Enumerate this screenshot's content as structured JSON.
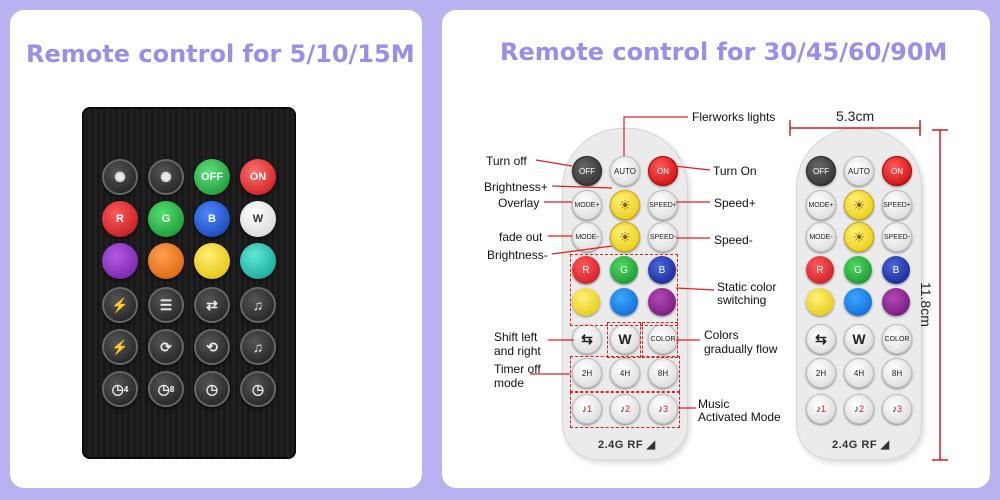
{
  "left": {
    "title": "Remote control for 5/10/15M",
    "buttons": [
      {
        "label": "",
        "icon": "mode-icon",
        "color": "#2a2a2a"
      },
      {
        "label": "",
        "icon": "mode-icon",
        "color": "#2a2a2a"
      },
      {
        "label": "OFF",
        "color": "#22b14c"
      },
      {
        "label": "ON",
        "color": "#ee2b2b"
      },
      {
        "label": "R",
        "color": "#e8202a"
      },
      {
        "label": "G",
        "color": "#1fa83a"
      },
      {
        "label": "B",
        "color": "#1850c8"
      },
      {
        "label": "W",
        "color": "#f0f0f0"
      },
      {
        "label": "",
        "color": "#8a2ab8"
      },
      {
        "label": "",
        "color": "#f07a1a"
      },
      {
        "label": "",
        "color": "#f5d51a"
      },
      {
        "label": "",
        "color": "#1ab8a8"
      },
      {
        "label": "",
        "icon": "flash-icon"
      },
      {
        "label": "",
        "icon": "fade-icon"
      },
      {
        "label": "",
        "icon": "shift-icon"
      },
      {
        "label": "",
        "icon": "music-icon"
      },
      {
        "label": "",
        "icon": "flash-icon"
      },
      {
        "label": "",
        "icon": "refresh-icon"
      },
      {
        "label": "",
        "icon": "refresh-icon"
      },
      {
        "label": "",
        "icon": "music-icon"
      },
      {
        "label": "4",
        "icon": "timer-icon"
      },
      {
        "label": "8",
        "icon": "timer-icon"
      },
      {
        "label": "",
        "icon": "timer-icon"
      },
      {
        "label": "",
        "icon": "timer-icon"
      }
    ]
  },
  "right": {
    "title": "Remote control for 30/45/60/90M",
    "remote": {
      "off": "OFF",
      "auto": "AUTO",
      "on": "ON",
      "mode_plus": "MODE+",
      "speed_plus": "SPEED+",
      "mode_minus": "MODE-",
      "speed_minus": "SPEED-",
      "r": "R",
      "g": "G",
      "b": "B",
      "w": "W",
      "color": "COLOR",
      "t2": "2H",
      "t4": "4H",
      "t8": "8H",
      "m1": "1",
      "m2": "2",
      "m3": "3",
      "rf": "2.4G RF"
    },
    "annotations": {
      "fireworks": "Flerworks lights",
      "turn_off": "Turn off",
      "turn_on": "Turn On",
      "brightness_plus": "Brightness+",
      "overlay": "Overlay",
      "speed_plus": "Speed+",
      "fade_out": "fade out",
      "speed_minus": "Speed-",
      "brightness_minus": "Brightness-",
      "static_color_1": "Static color",
      "static_color_2": "switching",
      "shift_1": "Shift left",
      "shift_2": "and right",
      "colors_1": "Colors",
      "colors_2": "gradually flow",
      "timer_1": "Timer off",
      "timer_2": "mode",
      "music_1": "Music",
      "music_2": "Activated Mode"
    },
    "dimensions": {
      "width": "5.3cm",
      "height": "11.8cm"
    }
  },
  "colors": {
    "background": "#b9b2f0",
    "heading": "#9b8ee8",
    "annotation_line": "#e02020"
  }
}
